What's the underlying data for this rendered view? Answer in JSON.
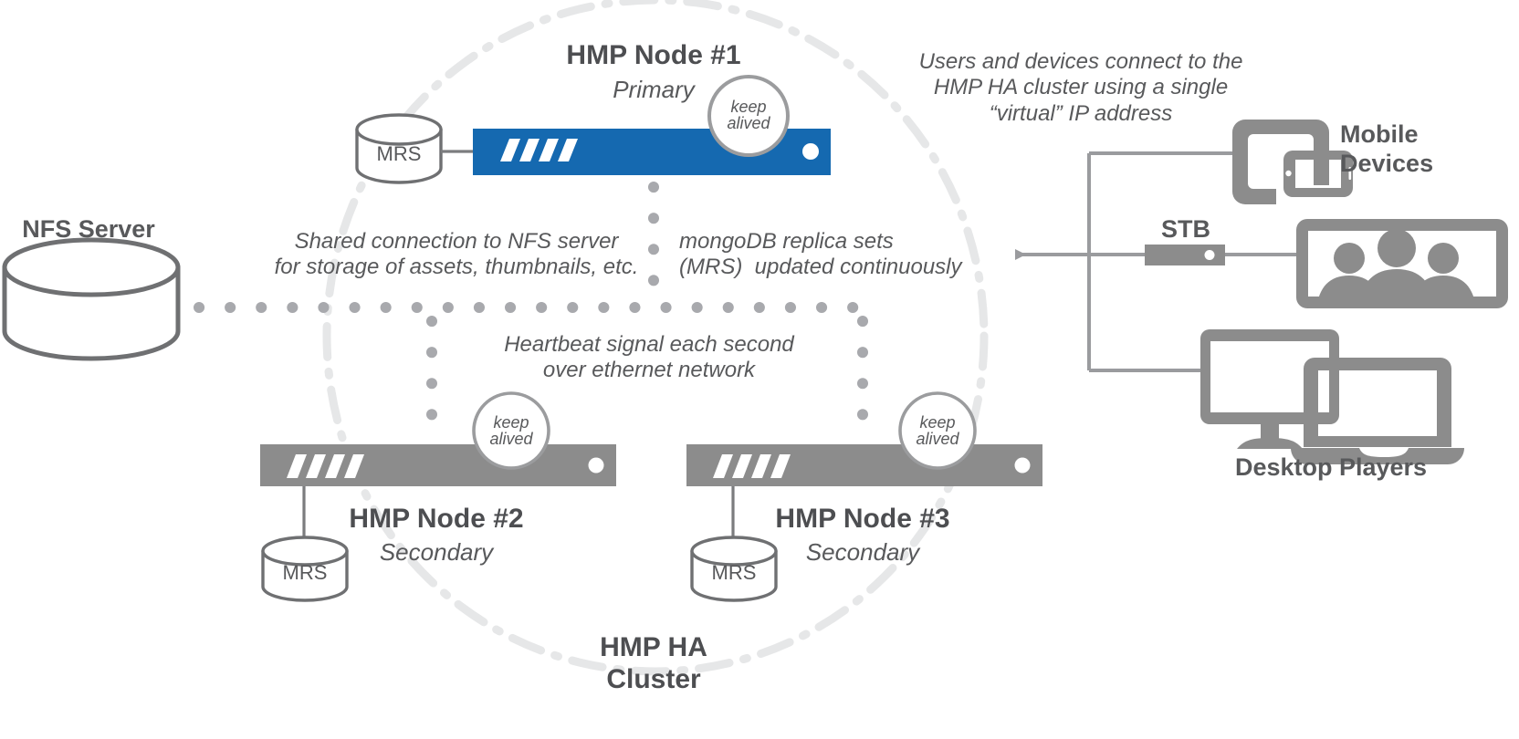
{
  "diagram": {
    "title": "HMP HA Cluster architecture diagram",
    "colors": {
      "primary_blue": "#1569b0",
      "node_gray": "#8c8c8c",
      "text_gray": "#58595b",
      "outline_gray": "#6f7072",
      "dot_gray": "#a8a9ad",
      "cluster_ring": "#e6e7e8"
    }
  },
  "cluster": {
    "label_line1": "HMP HA",
    "label_line2": "Cluster"
  },
  "nodes": [
    {
      "id": "node-1",
      "title": "HMP Node #1",
      "role": "Primary",
      "state": "primary",
      "keepalived_line1": "keep",
      "keepalived_line2": "alived",
      "db_label": "MRS"
    },
    {
      "id": "node-2",
      "title": "HMP Node #2",
      "role": "Secondary",
      "state": "secondary",
      "keepalived_line1": "keep",
      "keepalived_line2": "alived",
      "db_label": "MRS"
    },
    {
      "id": "node-3",
      "title": "HMP Node #3",
      "role": "Secondary",
      "state": "secondary",
      "keepalived_line1": "keep",
      "keepalived_line2": "alived",
      "db_label": "MRS"
    }
  ],
  "storage": {
    "nfs_label": "NFS Server"
  },
  "annotations": {
    "nfs_shared_line1": "Shared connection to NFS server",
    "nfs_shared_line2": "for storage of assets, thumbnails, etc.",
    "mongo_line1": "mongoDB replica sets",
    "mongo_line2": "(MRS)  updated continuously",
    "heartbeat_line1": "Heartbeat signal each second",
    "heartbeat_line2": "over ethernet network",
    "virtual_ip_line1": "Users and devices connect to the",
    "virtual_ip_line2": "HMP HA cluster using a single",
    "virtual_ip_line3": "“virtual” IP address"
  },
  "clients": {
    "mobile_line1": "Mobile",
    "mobile_line2": "Devices",
    "stb_label": "STB",
    "desktop_label": "Desktop Players"
  }
}
